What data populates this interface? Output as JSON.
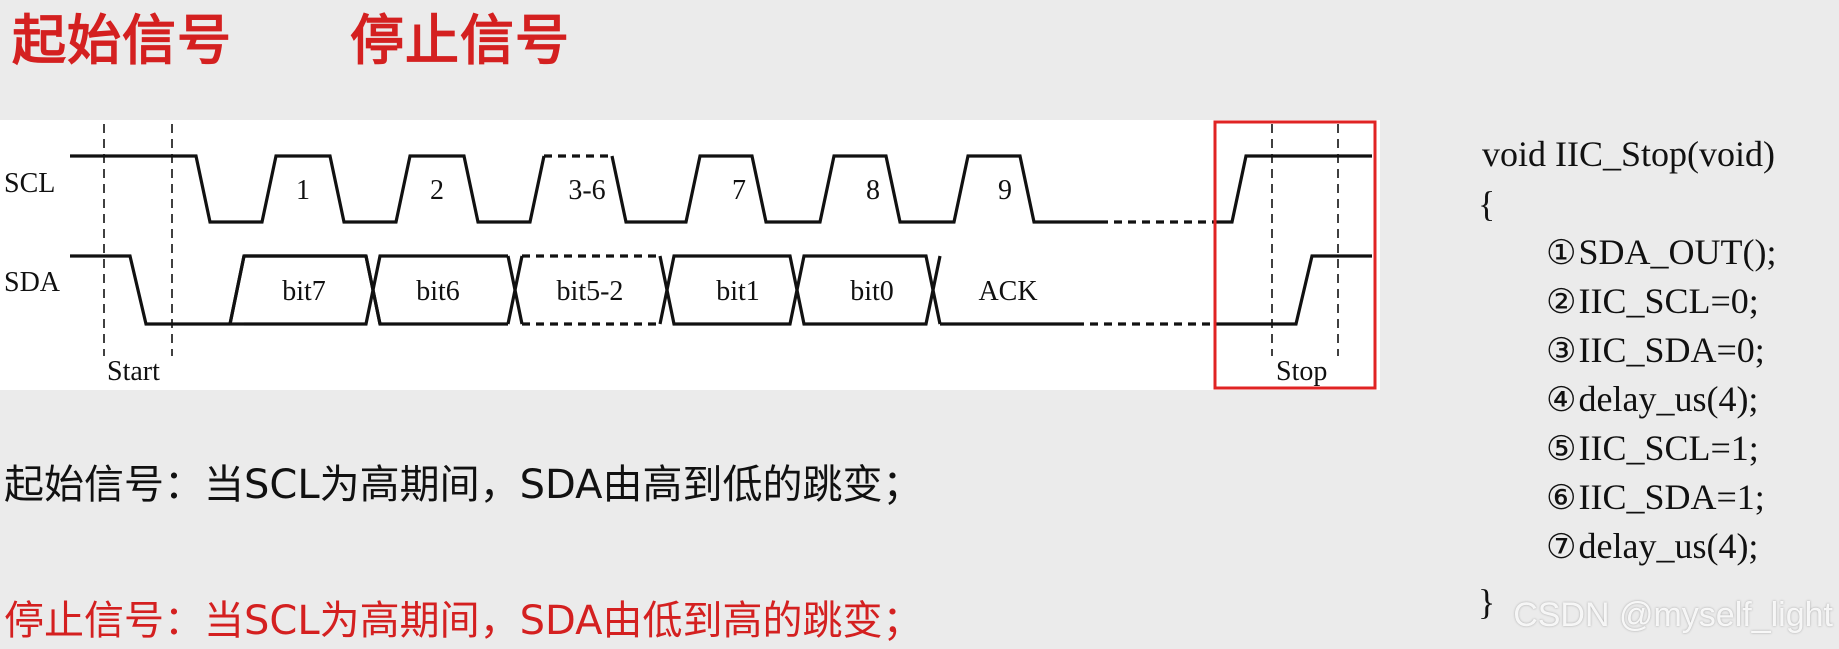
{
  "titles": {
    "start": "起始信号",
    "stop": "停止信号"
  },
  "colors": {
    "accent_red": "#d42020",
    "diagram_bg": "#ffffff",
    "page_bg": "#ebebeb"
  },
  "diagram": {
    "signals": [
      "SCL",
      "SDA"
    ],
    "clock_labels": [
      "1",
      "2",
      "3-6",
      "7",
      "8",
      "9"
    ],
    "data_labels": [
      "bit7",
      "bit6",
      "bit5-2",
      "bit1",
      "bit0",
      "ACK"
    ],
    "marker_labels": {
      "start": "Start",
      "stop": "Stop"
    }
  },
  "descriptions": {
    "start": "起始信号：当SCL为高期间，SDA由高到低的跳变；",
    "stop": "停止信号：当SCL为高期间，SDA由低到高的跳变；"
  },
  "code": {
    "signature": "void IIC_Stop(void)",
    "open_brace": "{",
    "steps": [
      {
        "num": "①",
        "text": "SDA_OUT();"
      },
      {
        "num": "②",
        "text": "IIC_SCL=0;"
      },
      {
        "num": "③",
        "text": "IIC_SDA=0;"
      },
      {
        "num": "④",
        "text": "delay_us(4);"
      },
      {
        "num": "⑤",
        "text": "IIC_SCL=1;"
      },
      {
        "num": "⑥",
        "text": "IIC_SDA=1;"
      },
      {
        "num": "⑦",
        "text": "delay_us(4);"
      }
    ],
    "close_brace": "}"
  },
  "watermark": "CSDN @myself_light"
}
